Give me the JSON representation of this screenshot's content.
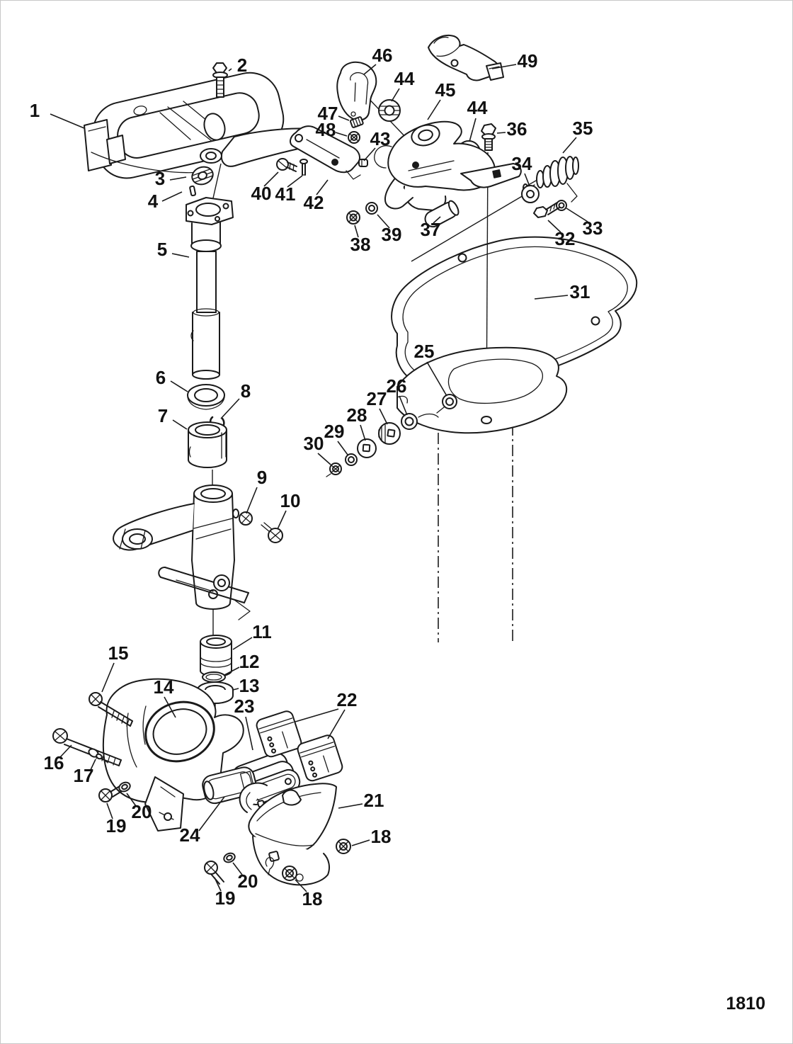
{
  "page": {
    "number": "1810"
  },
  "diagram": {
    "description": "Exploded parts view - swivel bracket and engine mount assembly",
    "line_color": "#1a1a1a",
    "background": "#ffffff",
    "callouts": [
      {
        "n": "1",
        "t": [
          48,
          157
        ],
        "l": [
          [
            70,
            160
          ],
          [
            118,
            180
          ]
        ]
      },
      {
        "n": "2",
        "t": [
          341,
          93
        ],
        "l": [
          [
            326,
            96
          ],
          [
            322,
            99
          ]
        ]
      },
      {
        "n": "3",
        "t": [
          225,
          253
        ],
        "l": [
          [
            239,
            253
          ],
          [
            262,
            249
          ]
        ]
      },
      {
        "n": "4",
        "t": [
          215,
          285
        ],
        "l": [
          [
            228,
            283
          ],
          [
            256,
            270
          ]
        ]
      },
      {
        "n": "5",
        "t": [
          228,
          353
        ],
        "l": [
          [
            242,
            357
          ],
          [
            266,
            362
          ]
        ]
      },
      {
        "n": "6",
        "t": [
          226,
          534
        ],
        "l": [
          [
            240,
            537
          ],
          [
            264,
            552
          ]
        ]
      },
      {
        "n": "7",
        "t": [
          229,
          588
        ],
        "l": [
          [
            243,
            592
          ],
          [
            263,
            605
          ]
        ]
      },
      {
        "n": "8",
        "t": [
          346,
          553
        ],
        "l": [
          [
            337,
            562
          ],
          [
            311,
            590
          ]
        ]
      },
      {
        "n": "9",
        "t": [
          369,
          675
        ],
        "l": [
          [
            362,
            687
          ],
          [
            347,
            724
          ]
        ]
      },
      {
        "n": "10",
        "t": [
          409,
          708
        ],
        "l": [
          [
            403,
            720
          ],
          [
            391,
            746
          ]
        ]
      },
      {
        "n": "11",
        "t": [
          369,
          893
        ],
        "l": [
          [
            355,
            899
          ],
          [
            328,
            916
          ]
        ]
      },
      {
        "n": "12",
        "t": [
          351,
          935
        ],
        "l": [
          [
            337,
            941
          ],
          [
            316,
            952
          ]
        ]
      },
      {
        "n": "13",
        "t": [
          351,
          969
        ],
        "l": [
          [
            336,
            971
          ],
          [
            328,
            973
          ]
        ]
      },
      {
        "n": "14",
        "t": [
          230,
          971
        ],
        "l": [
          [
            231,
            983
          ],
          [
            247,
            1012
          ]
        ]
      },
      {
        "n": "15",
        "t": [
          166,
          923
        ],
        "l": [
          [
            160,
            935
          ],
          [
            143,
            976
          ]
        ]
      },
      {
        "n": "16",
        "t": [
          75,
          1078
        ],
        "l": [
          [
            84,
            1068
          ],
          [
            100,
            1051
          ]
        ]
      },
      {
        "n": "17",
        "t": [
          117,
          1096
        ],
        "l": [
          [
            126,
            1088
          ],
          [
            134,
            1071
          ]
        ]
      },
      {
        "n": "19",
        "t": [
          163,
          1167
        ],
        "l": [
          [
            158,
            1155
          ],
          [
            150,
            1133
          ]
        ]
      },
      {
        "n": "20",
        "t": [
          199,
          1147
        ],
        "l": [
          [
            191,
            1137
          ],
          [
            178,
            1119
          ]
        ]
      },
      {
        "n": "23",
        "t": [
          344,
          998
        ],
        "l": [
          [
            346,
            1011
          ],
          [
            356,
            1058
          ]
        ]
      },
      {
        "n": "22",
        "t": [
          489,
          989
        ],
        "l": [
          [
            477,
            1000
          ],
          [
            416,
            1018
          ]
        ],
        "l2": [
          [
            486,
            1001
          ],
          [
            462,
            1042
          ]
        ]
      },
      {
        "n": "24",
        "t": [
          267,
          1180
        ],
        "l": [
          [
            280,
            1172
          ],
          [
            316,
            1124
          ]
        ]
      },
      {
        "n": "21",
        "t": [
          527,
          1131
        ],
        "l": [
          [
            511,
            1134
          ],
          [
            477,
            1140
          ]
        ]
      },
      {
        "n": "18",
        "t": [
          537,
          1182
        ],
        "l": [
          [
            521,
            1185
          ],
          [
            496,
            1193
          ]
        ]
      },
      {
        "n": "18",
        "t": [
          440,
          1270
        ],
        "l": [
          [
            432,
            1258
          ],
          [
            416,
            1241
          ]
        ]
      },
      {
        "n": "19",
        "t": [
          317,
          1269
        ],
        "l": [
          [
            311,
            1257
          ],
          [
            302,
            1238
          ]
        ]
      },
      {
        "n": "20",
        "t": [
          349,
          1245
        ],
        "l": [
          [
            341,
            1234
          ],
          [
            328,
            1217
          ]
        ]
      },
      {
        "n": "25",
        "t": [
          598,
          497
        ],
        "l": [
          [
            602,
            510
          ],
          [
            630,
            558
          ]
        ]
      },
      {
        "n": "26",
        "t": [
          559,
          546
        ],
        "l": [
          [
            563,
            558
          ],
          [
            574,
            585
          ]
        ]
      },
      {
        "n": "27",
        "t": [
          531,
          564
        ],
        "l": [
          [
            535,
            576
          ],
          [
            546,
            598
          ]
        ]
      },
      {
        "n": "28",
        "t": [
          503,
          587
        ],
        "l": [
          [
            508,
            599
          ],
          [
            515,
            621
          ]
        ]
      },
      {
        "n": "29",
        "t": [
          471,
          610
        ],
        "l": [
          [
            476,
            622
          ],
          [
            490,
            641
          ]
        ]
      },
      {
        "n": "30",
        "t": [
          442,
          627
        ],
        "l": [
          [
            448,
            639
          ],
          [
            466,
            655
          ]
        ]
      },
      {
        "n": "31",
        "t": [
          818,
          413
        ],
        "l": [
          [
            801,
            416
          ],
          [
            754,
            421
          ]
        ]
      },
      {
        "n": "32",
        "t": [
          797,
          338
        ],
        "l": [
          [
            791,
            327
          ],
          [
            773,
            310
          ]
        ]
      },
      {
        "n": "33",
        "t": [
          836,
          323
        ],
        "l": [
          [
            829,
            312
          ],
          [
            799,
            293
          ]
        ]
      },
      {
        "n": "34",
        "t": [
          736,
          232
        ],
        "l": [
          [
            740,
            244
          ],
          [
            747,
            262
          ]
        ]
      },
      {
        "n": "35",
        "t": [
          822,
          182
        ],
        "l": [
          [
            813,
            193
          ],
          [
            794,
            215
          ]
        ]
      },
      {
        "n": "36",
        "t": [
          729,
          183
        ],
        "l": [
          [
            713,
            186
          ],
          [
            701,
            187
          ]
        ]
      },
      {
        "n": "37",
        "t": [
          607,
          325
        ],
        "l": [
          [
            611,
            314
          ],
          [
            621,
            305
          ]
        ]
      },
      {
        "n": "38",
        "t": [
          508,
          346
        ],
        "l": [
          [
            505,
            334
          ],
          [
            500,
            317
          ]
        ]
      },
      {
        "n": "39",
        "t": [
          552,
          332
        ],
        "l": [
          [
            549,
            321
          ],
          [
            532,
            302
          ]
        ]
      },
      {
        "n": "40",
        "t": [
          368,
          274
        ],
        "l": [
          [
            372,
            262
          ],
          [
            392,
            242
          ]
        ]
      },
      {
        "n": "41",
        "t": [
          402,
          275
        ],
        "l": [
          [
            405,
            263
          ],
          [
            426,
            247
          ]
        ]
      },
      {
        "n": "42",
        "t": [
          442,
          287
        ],
        "l": [
          [
            446,
            274
          ],
          [
            462,
            253
          ]
        ]
      },
      {
        "n": "43",
        "t": [
          536,
          197
        ],
        "l": [
          [
            529,
            208
          ],
          [
            513,
            226
          ]
        ]
      },
      {
        "n": "44",
        "t": [
          570,
          112
        ],
        "l": [
          [
            563,
            124
          ],
          [
            552,
            142
          ]
        ]
      },
      {
        "n": "44",
        "t": [
          673,
          153
        ],
        "l": [
          [
            671,
            166
          ],
          [
            662,
            199
          ]
        ]
      },
      {
        "n": "45",
        "t": [
          628,
          128
        ],
        "l": [
          [
            621,
            140
          ],
          [
            603,
            168
          ]
        ]
      },
      {
        "n": "46",
        "t": [
          539,
          79
        ],
        "l": [
          [
            530,
            90
          ],
          [
            513,
            104
          ]
        ]
      },
      {
        "n": "47",
        "t": [
          462,
          161
        ],
        "l": [
          [
            477,
            163
          ],
          [
            492,
            169
          ]
        ]
      },
      {
        "n": "48",
        "t": [
          459,
          184
        ],
        "l": [
          [
            473,
            186
          ],
          [
            489,
            191
          ]
        ]
      },
      {
        "n": "49",
        "t": [
          744,
          87
        ],
        "l": [
          [
            728,
            90
          ],
          [
            694,
            96
          ]
        ]
      }
    ]
  }
}
